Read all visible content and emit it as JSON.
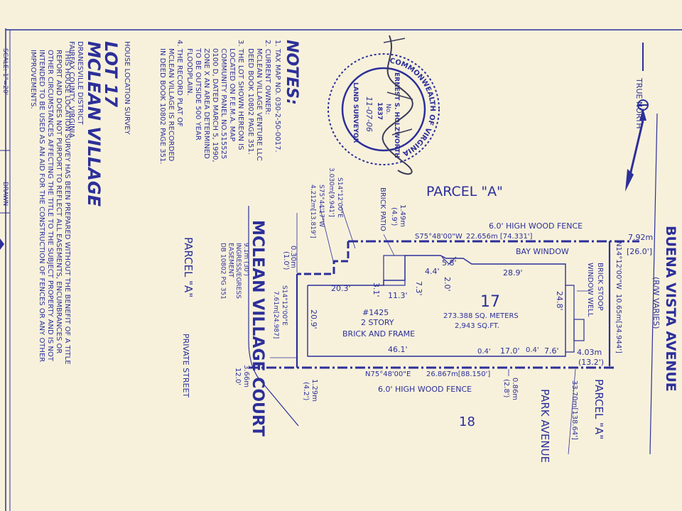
{
  "notes": {
    "title": "NOTES:",
    "items": [
      "1. TAX MAP NO. 030-2-50-0017.",
      "2. CURRENT OWNER:",
      "MCLEAN VILLAGE VENTURE LLC",
      "DEED BOOK 10802 PAGE 351.",
      "3. THE LOT SHOWN HEREON IS",
      "LOCATED ON F.E.M.A. MAP",
      "COMMUNITY PANEL NO.515525",
      "0100 D, DATED MARCH 5, 1990,",
      "ZONE X AN AREA DETERMINED",
      "TO BE OUTSIDE 500 YEAR",
      "FLOODPLAIN.",
      "4. THE RECORD PLAT OF",
      "MCLEAN VILLAGE IS RECORDED",
      "IN DEED BOOK 10802 PAGE 351."
    ]
  },
  "title_block": {
    "survey_type": "HOUSE LOCATION SURVEY",
    "lot": "LOT 17",
    "subdivision": "MCLEAN VILLAGE",
    "district": "DRANESVILLE DISTRICT",
    "county": "FAIRFAX COUNTY, VIRGINIA"
  },
  "disclaimer": [
    "THIS HOUSE LOCATION SURVEY HAS BEEN PREPARED WITHOUT THE BENEFIT OF A TITLE",
    "REPORT AND DOES NOT PURPORT TO REFLECT ALL EASEMENTS, ENCUMBRANCES OR",
    "OTHER CIRCUMSTANCES AFFECTING THE TITLE TO THE SUBJECT PROPERTY AND IS NOT",
    "INTENDED TO BE USED AS AN AID FOR THE CONSTRUCTION OF FENCES OR ANY OTHER",
    "IMPROVEMENTS."
  ],
  "border_partial": [
    "SCALE: 1\"=20'",
    "DRAWN"
  ],
  "seal": {
    "ring_top": "COMMONWEALTH OF VIRGINIA",
    "ring_bottom": "LAND SURVEYOR",
    "name": "ERNEST S. HOLZWORTH",
    "no_label": "No.",
    "number": "1837",
    "date": "11-07-06"
  },
  "north": {
    "label": "TRUE NORTH"
  },
  "streets": {
    "buena_vista": "BUENA VISTA AVENUE",
    "row": "(R/W VARIES)",
    "mclean_village_court": "MCLEAN VILLAGE COURT",
    "private_street": "PRIVATE STREET",
    "park_avenue": "PARK AVENUE"
  },
  "labels": {
    "parcel_a_top": "PARCEL \"A\"",
    "parcel_a_left": "PARCEL \"A\"",
    "parcel_a_right": "PARCEL \"A\"",
    "lot_adjacent": "18",
    "brick_patio": "BRICK PATIO",
    "bay_window": "BAY WINDOW",
    "brick_stoop": "BRICK STOOP",
    "window_well": "WINDOW WELL",
    "fence_top": "6.0' HIGH WOOD FENCE",
    "fence_bottom": "6.0' HIGH WOOD FENCE",
    "easement": "9.1m (30')\nINGRESS/EGRESS\nEASEMENT\nDB 10802 PG 351"
  },
  "lot": {
    "number": "17",
    "area_m": "273.388 SQ. METERS",
    "area_ft": "2,943 SQ.FT.",
    "address": "#1425",
    "stories": "2 STORY",
    "construction": "BRICK AND FRAME"
  },
  "bearings": {
    "top_line": "S75°48'00\"W",
    "top_line_dist": "22.656m  [74.331']",
    "right_line": "N14°12'00\"W",
    "right_line_dist": "10.65m[34.944']",
    "bottom_line": "N75°48'00\"E",
    "bottom_line_dist": "26.867m[88.150']",
    "left_line": "S14°12'00\"E",
    "left_line_dist": "7.61m[24.987]",
    "jog_1": "S14°12'00\"E",
    "jog_1_dist": "3.030m[9.941']",
    "jog_2": "S75°44'17\"W",
    "jog_2_dist": "4.212m[13.819']",
    "row_width": "7.92m",
    "row_width_ft": "[26.0']",
    "park_dist": "33.70m[138.64']",
    "corner_offset": "4.03m",
    "corner_offset_ft": "(13.2')"
  },
  "dims": [
    "20.3'",
    "3.1'",
    "11.3'",
    "7.3'",
    "4.4'",
    "5.8'",
    "2.0'",
    "28.9'",
    "24.8'",
    "20.9'",
    "46.1'",
    "0.4'",
    "17.0'",
    "0.4'",
    "7.6'",
    "0.30m",
    "(1.0')",
    "1.49m",
    "(4.9')",
    "1.29m",
    "(4.2')",
    "0.86m",
    "(2.8')",
    "3.66m",
    "12.0'"
  ]
}
